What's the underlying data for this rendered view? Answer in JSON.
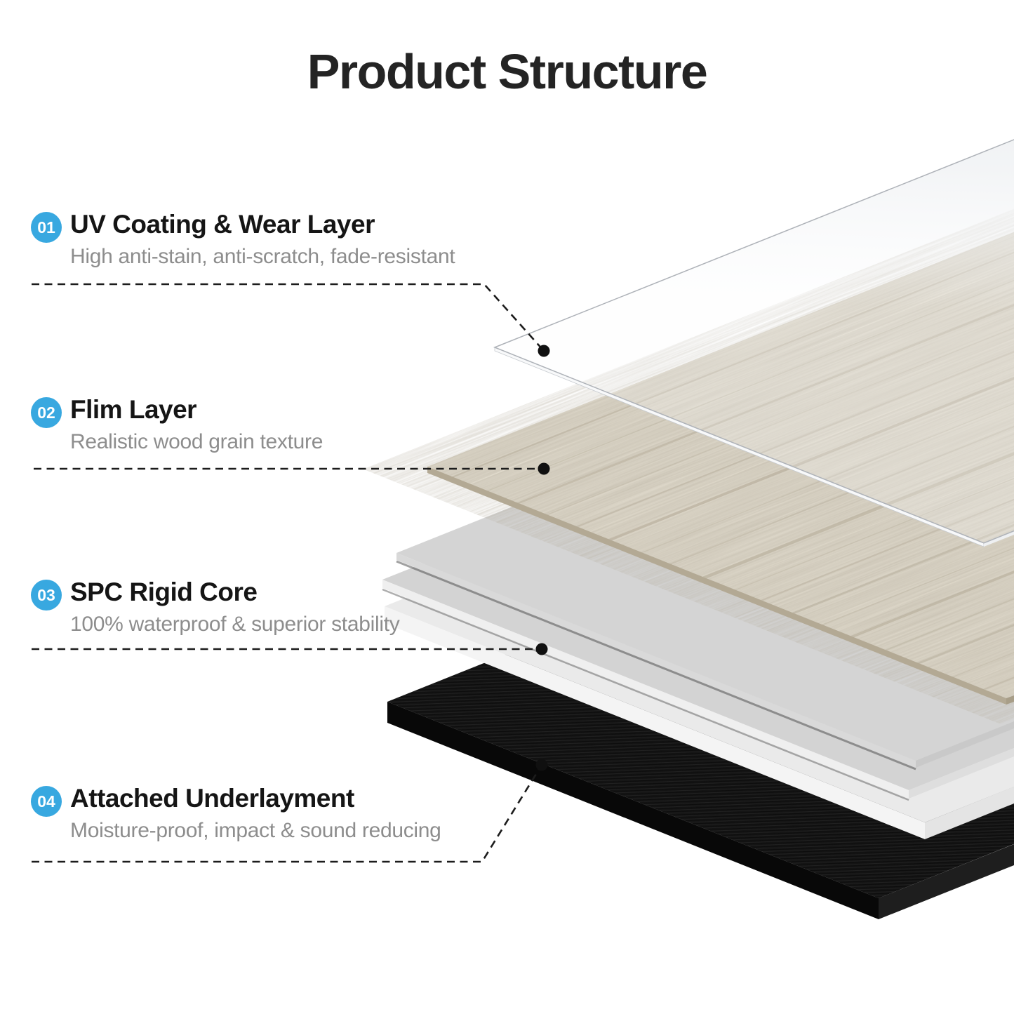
{
  "title": "Product Structure",
  "accent_color": "#38a8e0",
  "heading_color": "#151515",
  "description_color": "#8d8d8d",
  "callouts": [
    {
      "number": "01",
      "name": "UV Coating & Wear Layer",
      "description": "High anti-stain, anti-scratch, fade-resistant"
    },
    {
      "number": "02",
      "name": "Flim Layer",
      "description": "Realistic wood grain texture"
    },
    {
      "number": "03",
      "name": "SPC Rigid Core",
      "description": "100% waterproof & superior stability"
    },
    {
      "number": "04",
      "name": "Attached Underlayment",
      "description": "Moisture-proof, impact & sound reducing"
    }
  ]
}
